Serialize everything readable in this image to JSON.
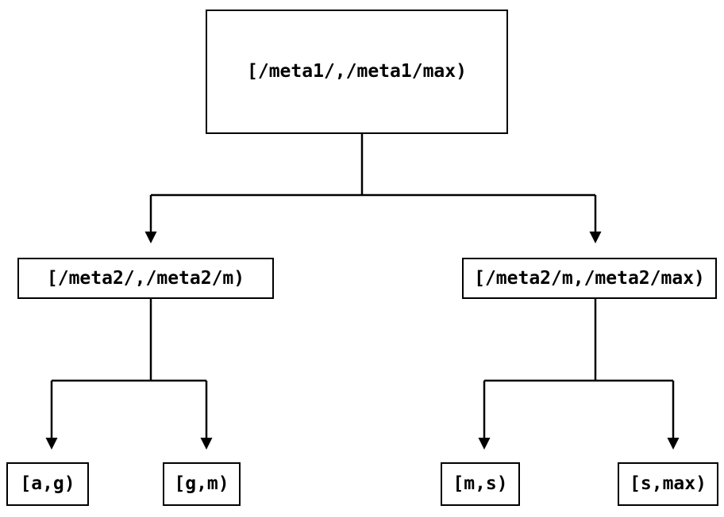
{
  "diagram": {
    "type": "tree",
    "nodes": {
      "root": {
        "label": "[/meta1/,/meta1/max)"
      },
      "meta2_low": {
        "label": "[/meta2/,/meta2/m)"
      },
      "meta2_high": {
        "label": "[/meta2/m,/meta2/max)"
      },
      "leaf_ag": {
        "label": "[a,g)"
      },
      "leaf_gm": {
        "label": "[g,m)"
      },
      "leaf_ms": {
        "label": "[m,s)"
      },
      "leaf_smax": {
        "label": "[s,max)"
      }
    },
    "edges": [
      {
        "from": "root",
        "to": "meta2_low"
      },
      {
        "from": "root",
        "to": "meta2_high"
      },
      {
        "from": "meta2_low",
        "to": "leaf_ag"
      },
      {
        "from": "meta2_low",
        "to": "leaf_gm"
      },
      {
        "from": "meta2_high",
        "to": "leaf_ms"
      },
      {
        "from": "meta2_high",
        "to": "leaf_smax"
      }
    ],
    "colors": {
      "background": "#ffffff",
      "box_fill": "#ffffff",
      "box_border": "#000000",
      "line": "#000000",
      "text": "#000000"
    }
  }
}
